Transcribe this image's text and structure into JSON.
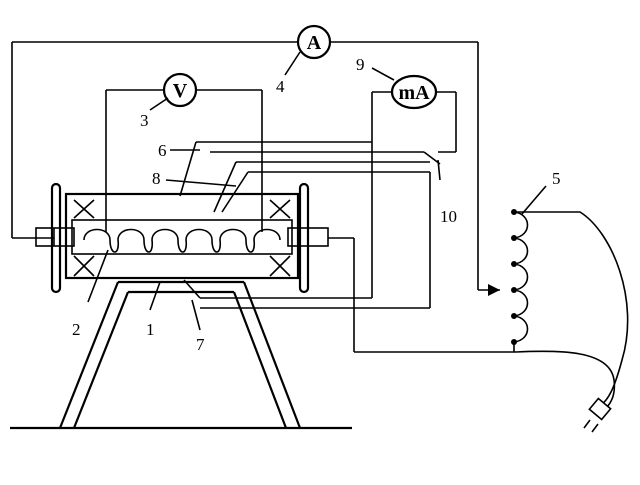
{
  "meters": {
    "ammeter": "A",
    "voltmeter": "V",
    "milliammeter": "mA"
  },
  "labels": {
    "n1": "1",
    "n2": "2",
    "n3": "3",
    "n4": "4",
    "n5": "5",
    "n6": "6",
    "n7": "7",
    "n8": "8",
    "n9": "9",
    "n10": "10"
  }
}
